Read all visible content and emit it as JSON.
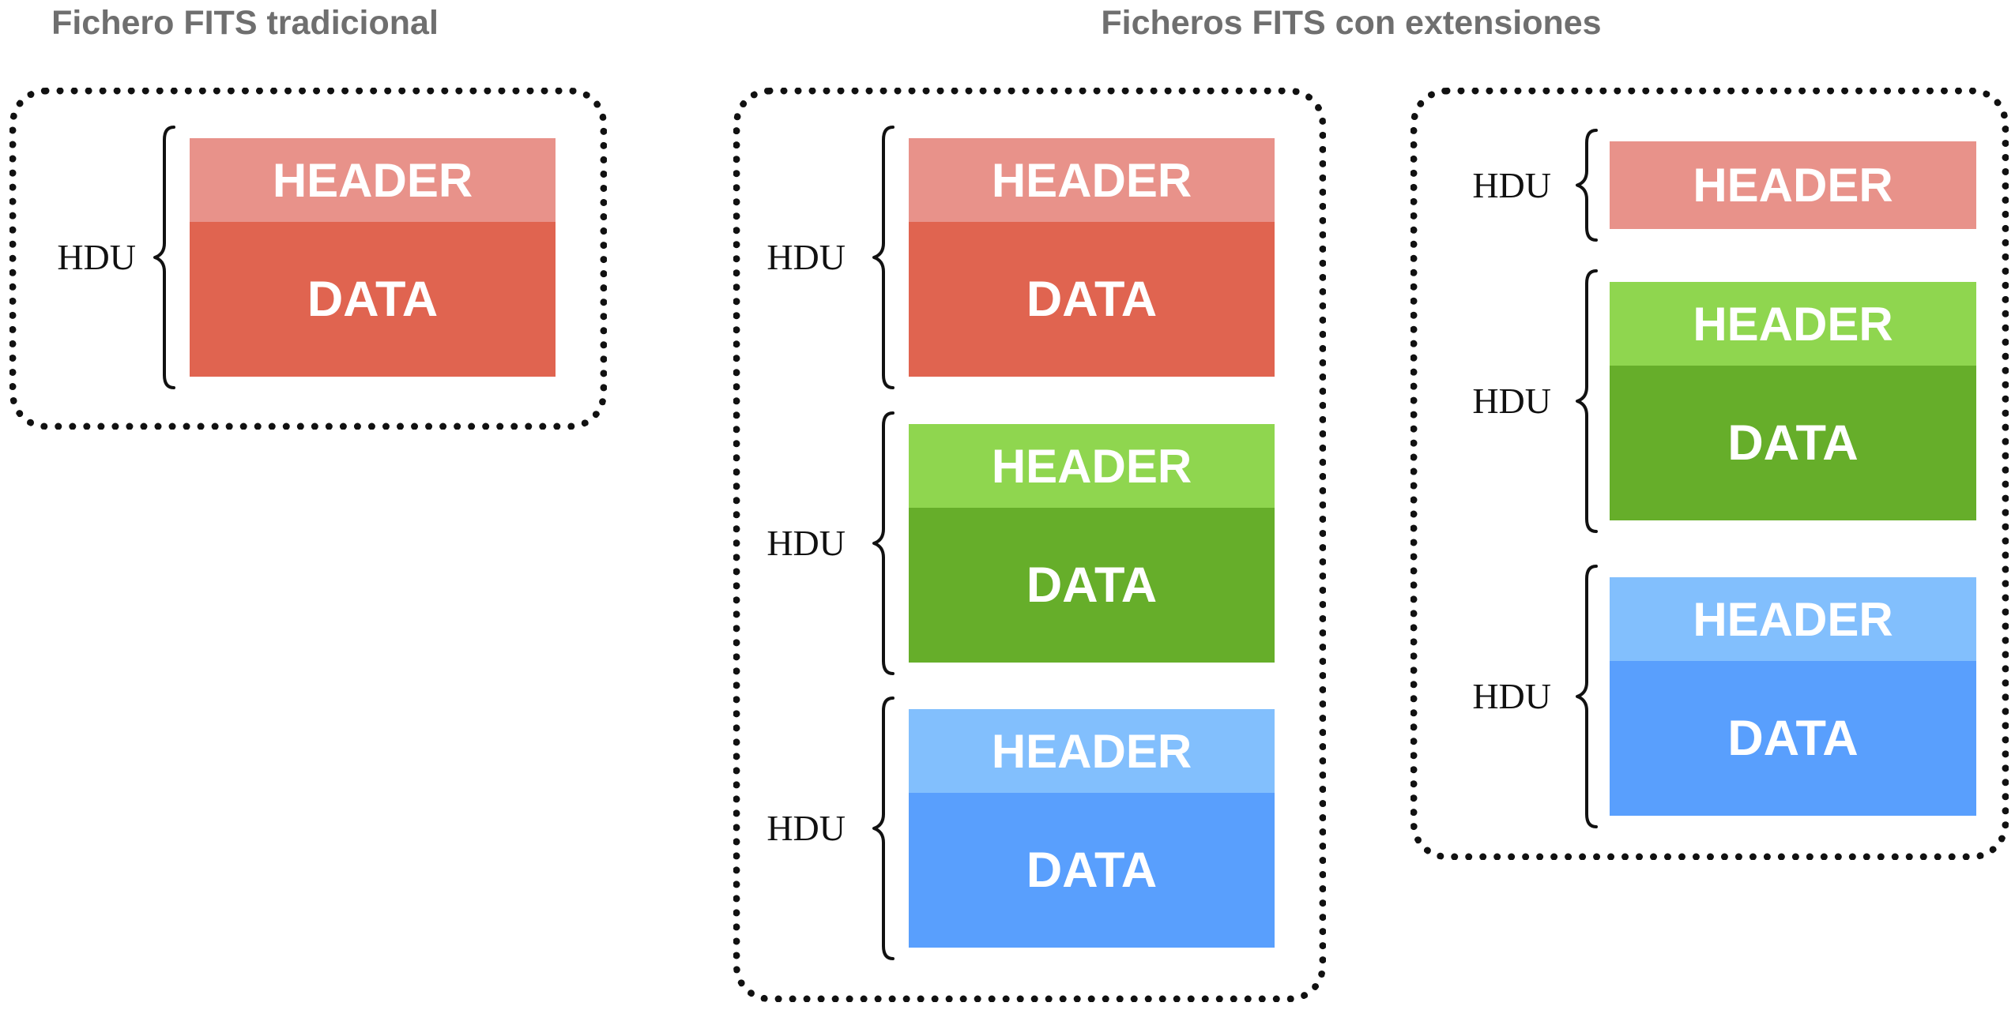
{
  "titles": {
    "traditional": "Fichero FITS tradicional",
    "extensions": "Ficheros FITS con extensiones"
  },
  "hdu_label": "HDU",
  "header_label": "HEADER",
  "data_label": "DATA",
  "colors": {
    "red_header": "#e8928a",
    "red_data": "#e06450",
    "green_header": "#8fd64f",
    "green_data": "#66ae2a",
    "blue_header": "#82bffd",
    "blue_data": "#599ffd",
    "frame_border": "#111111",
    "title_text": "#6f6f6f"
  },
  "files": [
    {
      "id": "traditional",
      "hdus": [
        {
          "color": "red",
          "has_header": true,
          "has_data": true
        }
      ]
    },
    {
      "id": "extensions-image",
      "hdus": [
        {
          "color": "red",
          "has_header": true,
          "has_data": true
        },
        {
          "color": "green",
          "has_header": true,
          "has_data": true
        },
        {
          "color": "blue",
          "has_header": true,
          "has_data": true
        }
      ]
    },
    {
      "id": "extensions-table",
      "hdus": [
        {
          "color": "red",
          "has_header": true,
          "has_data": false
        },
        {
          "color": "green",
          "has_header": true,
          "has_data": true
        },
        {
          "color": "blue",
          "has_header": true,
          "has_data": true
        }
      ]
    }
  ]
}
